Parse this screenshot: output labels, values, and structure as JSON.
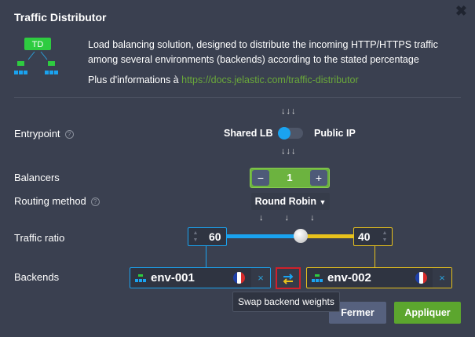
{
  "dialog": {
    "title": "Traffic Distributor",
    "close_icon": "close-icon"
  },
  "intro": {
    "logo_text": "TD",
    "description": "Load balancing solution, designed to distribute the incoming HTTP/HTTPS traffic among several environments (backends) according to the stated percentage",
    "more_prefix": "Plus d'informations à ",
    "more_link": "https://docs.jelastic.com/traffic-distributor"
  },
  "entrypoint": {
    "label": "Entrypoint",
    "left": "Shared LB",
    "right": "Public IP",
    "selected": "Shared LB"
  },
  "balancers": {
    "label": "Balancers",
    "value": "1",
    "minus": "−",
    "plus": "+"
  },
  "routing": {
    "label": "Routing method",
    "value": "Round Robin"
  },
  "traffic": {
    "label": "Traffic ratio",
    "left": "60",
    "right": "40",
    "ratio_percent": 60
  },
  "backends": {
    "label": "Backends",
    "items": [
      {
        "name": "env-001",
        "color": "#1aa3f0"
      },
      {
        "name": "env-002",
        "color": "#e8c21c"
      }
    ],
    "swap_tooltip": "Swap backend weights",
    "close_x": "×"
  },
  "footer": {
    "cancel": "Fermer",
    "apply": "Appliquer"
  }
}
